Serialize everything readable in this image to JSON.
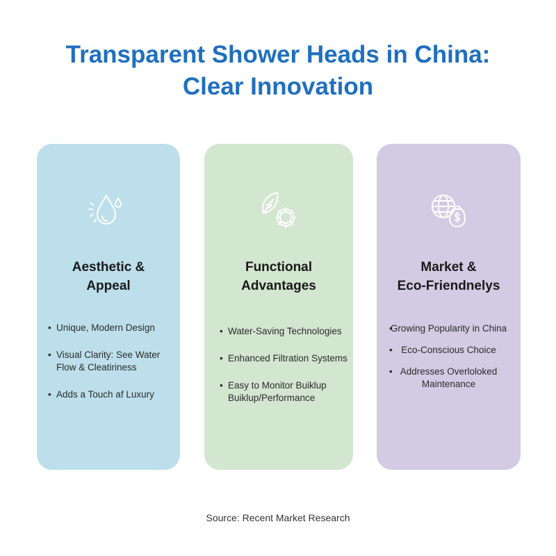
{
  "title": {
    "line1": "Transparent Shower Heads in China:",
    "line2": "Clear Innovation"
  },
  "cards": [
    {
      "icon": "water-drop-icon",
      "title_line1": "Aesthetic &",
      "title_line2": "Appeal",
      "bullets": [
        "Unique, Modern Design",
        "Visual Clarity: See Water Flow & Cleatiriness",
        "Adds a Touch af Luxury"
      ]
    },
    {
      "icon": "leaf-gear-icon",
      "title_line1": "Functional",
      "title_line2": "Advantages",
      "bullets": [
        "Water-Saving Technologies",
        "Enhanced Filtration Systems",
        "Easy to Monitor Buiklup Buiklup/Performance"
      ]
    },
    {
      "icon": "globe-money-icon",
      "title_line1": "Market &",
      "title_line2": "Eco-Friendnelys",
      "bullets": [
        "Growing Popularity in China",
        "Eco-Conscious Choice",
        "Addresses Overloloked Maintenance"
      ]
    }
  ],
  "bullet_char": "•",
  "source": "Source: Recent Market Research",
  "colors": {
    "title": "#1f6fbf",
    "card1": "#bcdfeb",
    "card2": "#d3e6d0",
    "card3": "#d2cbe3"
  }
}
